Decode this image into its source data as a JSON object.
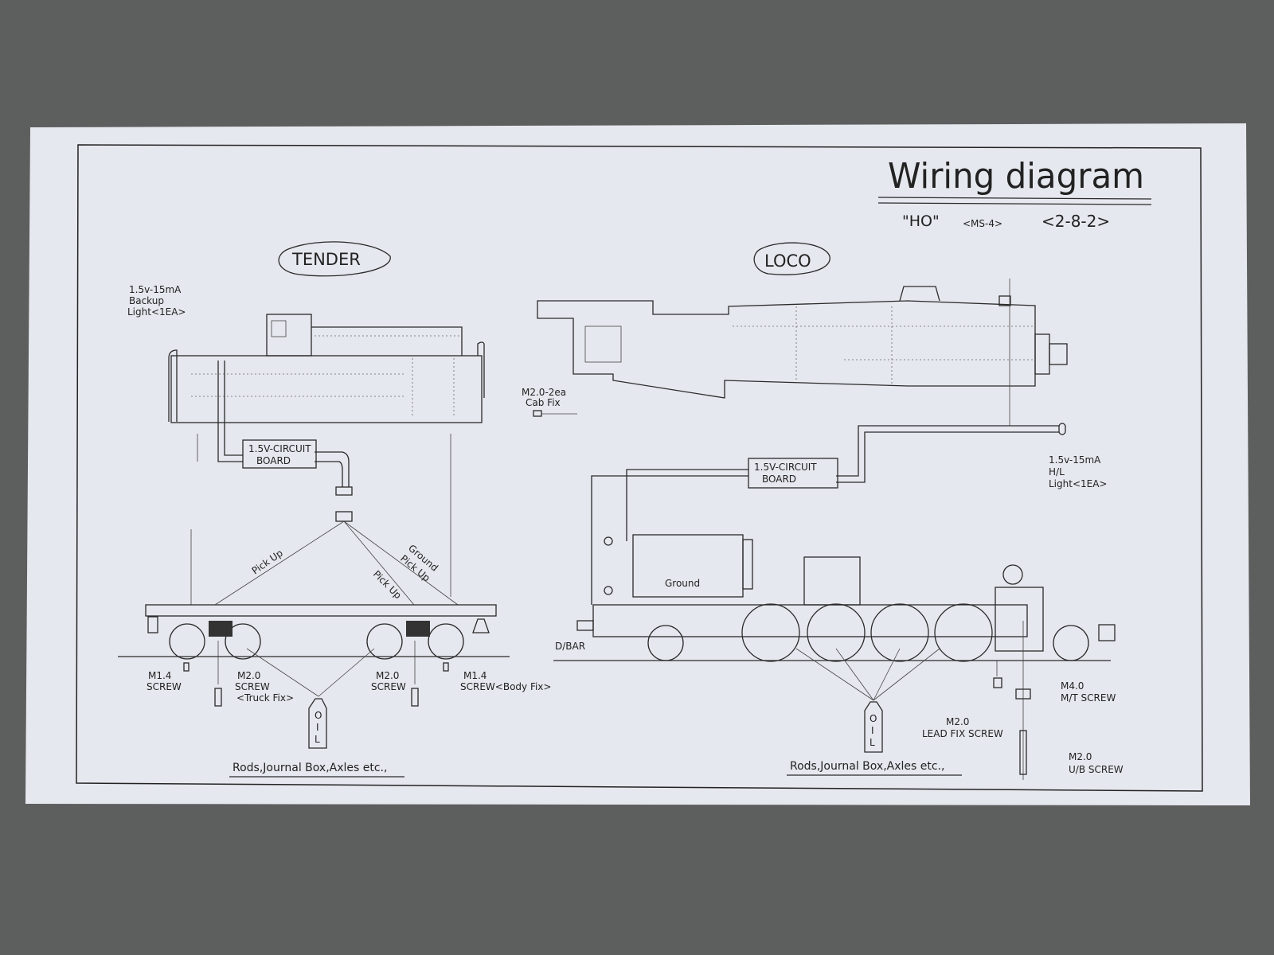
{
  "title": "Wiring diagram",
  "subtitle": {
    "scale": "\"HO\"",
    "model": "<MS-4>",
    "wheel_arrangement": "<2-8-2>"
  },
  "tender": {
    "heading": "TENDER",
    "backup_light": [
      "1.5v-15mA",
      "Backup",
      "Light<1EA>"
    ],
    "circuit_board": [
      "1.5V-CIRCUIT",
      "BOARD"
    ],
    "pickup_left": "Pick Up",
    "pickup_mid": "Pick Up",
    "ground_pickup": [
      "Ground",
      "Pick Up"
    ],
    "screw_m14_left": [
      "M1.4",
      "SCREW"
    ],
    "screw_m20_truck": [
      "M2.0",
      "SCREW",
      "<Truck Fix>"
    ],
    "screw_m20_right": [
      "M2.0",
      "SCREW"
    ],
    "screw_m14_body": [
      "M1.4",
      "SCREW<Body Fix>"
    ],
    "oil": [
      "O",
      "I",
      "L"
    ],
    "lubrication_note": "Rods,Journal Box,Axles etc.,"
  },
  "loco": {
    "heading": "LOCO",
    "cab_fix": [
      "M2.0-2ea",
      "Cab Fix"
    ],
    "circuit_board": [
      "1.5V-CIRCUIT",
      "BOARD"
    ],
    "headlight": [
      "1.5v-15mA",
      "H/L",
      "Light<1EA>"
    ],
    "ground": "Ground",
    "dbar": "D/BAR",
    "screw_m40": [
      "M4.0",
      "M/T SCREW"
    ],
    "screw_lead": [
      "M2.0",
      "LEAD FIX SCREW"
    ],
    "screw_ub": [
      "M2.0",
      "U/B SCREW"
    ],
    "oil": [
      "O",
      "I",
      "L"
    ],
    "lubrication_note": "Rods,Journal Box,Axles etc.,"
  }
}
